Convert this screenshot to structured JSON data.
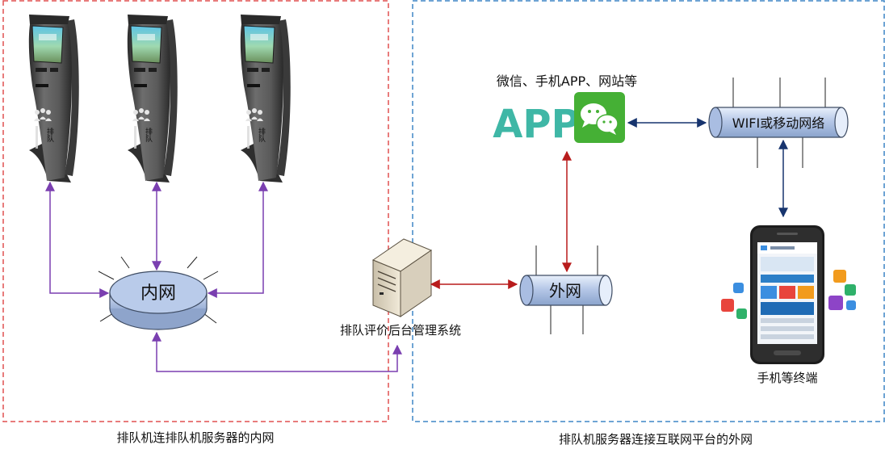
{
  "zones": {
    "left_caption": "排队机连排队机服务器的内网",
    "right_caption": "排队机服务器连接互联网平台的外网"
  },
  "nodes": {
    "intranet": "内网",
    "extranet": "外网",
    "server": "排队评价后台管理系统",
    "wifi": "WIFI或移动网络",
    "app_caption": "微信、手机APP、网站等",
    "app_logo": "APP",
    "phone": "手机等终端"
  },
  "kiosk": {
    "side_text": "排队"
  },
  "colors": {
    "left_border": "#e05050",
    "right_border": "#3f86c6",
    "purple_link": "#7a3fb0",
    "red_link": "#b81c1c",
    "navy_link": "#17346e",
    "node_fill": "#b6c8e8",
    "node_stroke": "#3e4c63",
    "app_teal": "#3fb7a6",
    "wechat_green": "#45b035"
  }
}
